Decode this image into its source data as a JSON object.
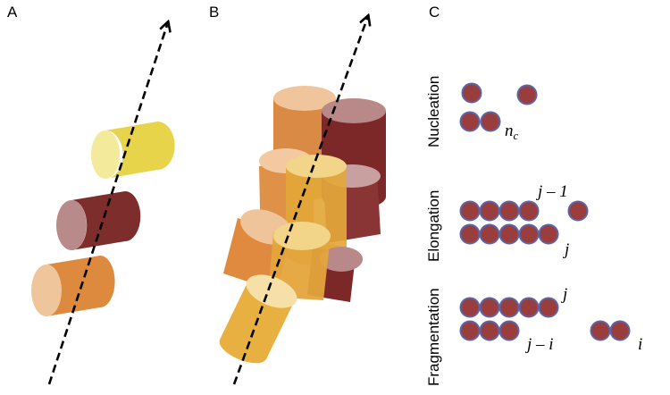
{
  "panels": {
    "a": "A",
    "b": "B",
    "c": "C"
  },
  "process_labels": {
    "nucleation": "Nucleation",
    "elongation": "Elongation",
    "fragmentation": "Fragmentation"
  },
  "variables": {
    "nc_base": "n",
    "nc_sub": "c",
    "j_minus_1": "j – 1",
    "j_elong": "j",
    "j_frag": "j",
    "j_minus_i": "j – i",
    "i": "i"
  },
  "colors": {
    "yellow": "#e8d44a",
    "maroon": "#7e2d2d",
    "orange": "#dd8a3e",
    "gold": "#e3a73a",
    "particle": "#9a3d3d",
    "particle_edge": "#5d63a8"
  }
}
